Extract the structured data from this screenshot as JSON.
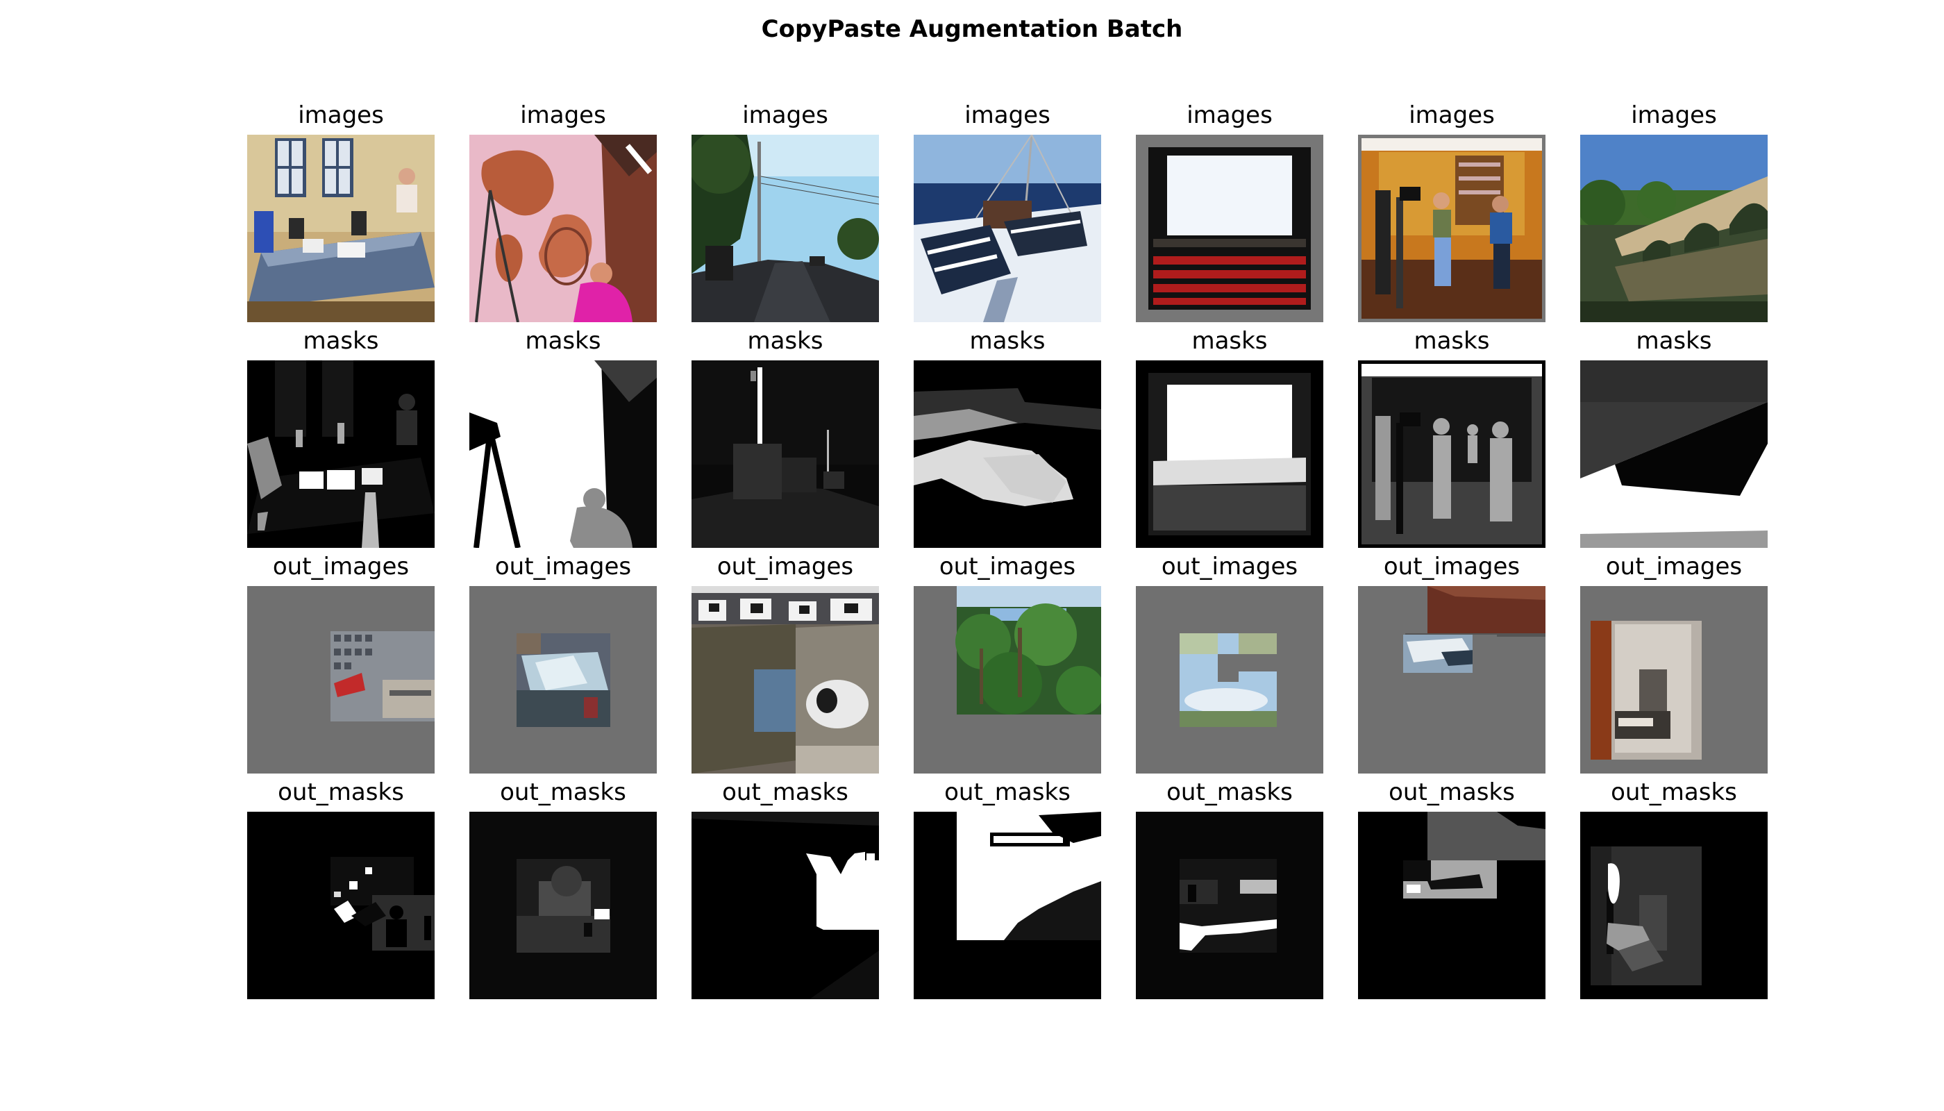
{
  "figure": {
    "title": "CopyPaste Augmentation Batch"
  },
  "rows": [
    {
      "label": "images",
      "cells": [
        {
          "content": "office-desk-photo"
        },
        {
          "content": "painted-wall-photo"
        },
        {
          "content": "street-photo"
        },
        {
          "content": "boat-deck-photo"
        },
        {
          "content": "cinema-screen-photo"
        },
        {
          "content": "film-set-photo"
        },
        {
          "content": "stone-bridge-photo"
        }
      ]
    },
    {
      "label": "masks",
      "cells": [
        {
          "content": "office-desk-mask"
        },
        {
          "content": "painted-wall-mask"
        },
        {
          "content": "street-mask"
        },
        {
          "content": "boat-deck-mask"
        },
        {
          "content": "cinema-screen-mask"
        },
        {
          "content": "film-set-mask"
        },
        {
          "content": "stone-bridge-mask"
        }
      ]
    },
    {
      "label": "out_images",
      "cells": [
        {
          "content": "pasted-building-on-gray"
        },
        {
          "content": "pasted-glacier-on-gray"
        },
        {
          "content": "cattle-barn-photo"
        },
        {
          "content": "pasted-palm-trees-on-gray"
        },
        {
          "content": "pasted-sky-patches-on-gray"
        },
        {
          "content": "pasted-room-corner-on-gray"
        },
        {
          "content": "pasted-doorway-on-gray"
        }
      ]
    },
    {
      "label": "out_masks",
      "cells": [
        {
          "content": "out-mask-1"
        },
        {
          "content": "out-mask-2"
        },
        {
          "content": "out-mask-3"
        },
        {
          "content": "out-mask-4"
        },
        {
          "content": "out-mask-5"
        },
        {
          "content": "out-mask-6"
        },
        {
          "content": "out-mask-7"
        }
      ]
    }
  ]
}
